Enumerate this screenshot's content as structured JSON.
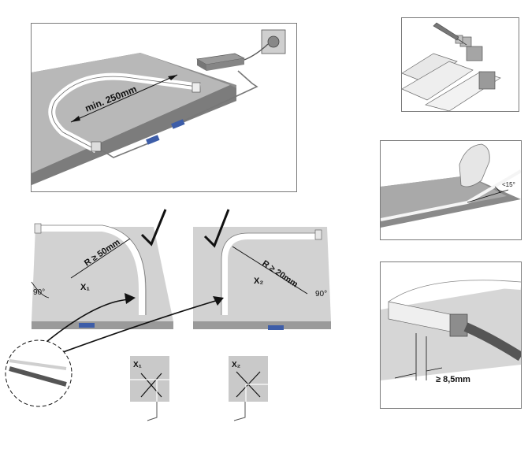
{
  "panel_main": {
    "dim_label": "min. 250mm"
  },
  "panel_bend_left": {
    "radius_label": "R ≥ 50mm",
    "x_label": "X₁",
    "angle_label": "90°"
  },
  "panel_bend_right": {
    "radius_label": "R ≥ 20mm",
    "x_label": "X₂",
    "angle_label": "90°"
  },
  "detail_left": {
    "label": "X₁"
  },
  "detail_right": {
    "label": "X₂"
  },
  "panel_peel": {
    "angle_label": "<15°"
  },
  "panel_gap": {
    "gap_label": "≥ 8,5mm"
  },
  "colors": {
    "surface": "#c9c9c9",
    "surface_dark": "#8e8e8e",
    "strip": "#f4f4f4",
    "connector": "#3d5da8",
    "cable": "#707070"
  }
}
